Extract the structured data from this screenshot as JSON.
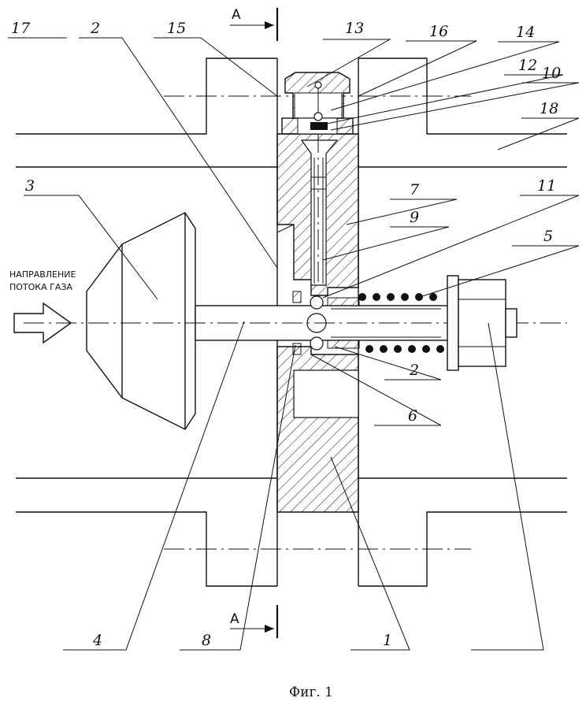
{
  "figure": {
    "caption": "Фиг. 1",
    "section_mark": "А",
    "flow_label_line1": "НАПРАВЛЕНИЕ",
    "flow_label_line2": "ПОТОКА ГАЗА"
  },
  "labels": {
    "n1": "1",
    "n2": "2",
    "n3": "3",
    "n4": "4",
    "n5": "5",
    "n6": "6",
    "n7": "7",
    "n8": "8",
    "n9": "9",
    "n10": "10",
    "n11": "11",
    "n12": "12",
    "n13": "13",
    "n14": "14",
    "n15": "15",
    "n16": "16",
    "n17": "17",
    "n18": "18"
  }
}
